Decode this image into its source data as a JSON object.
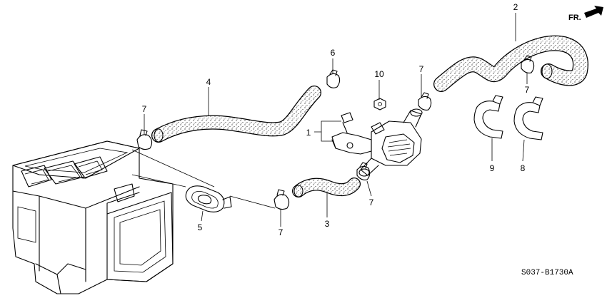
{
  "direction_label": "FR.",
  "diagram_code": "S037-B1730A",
  "callouts": {
    "c1": "1",
    "c2": "2",
    "c3": "3",
    "c4": "4",
    "c5": "5",
    "c6": "6",
    "c7a": "7",
    "c7b": "7",
    "c7c": "7",
    "c7d": "7",
    "c7e": "7",
    "c8": "8",
    "c9": "9",
    "c10": "10"
  }
}
